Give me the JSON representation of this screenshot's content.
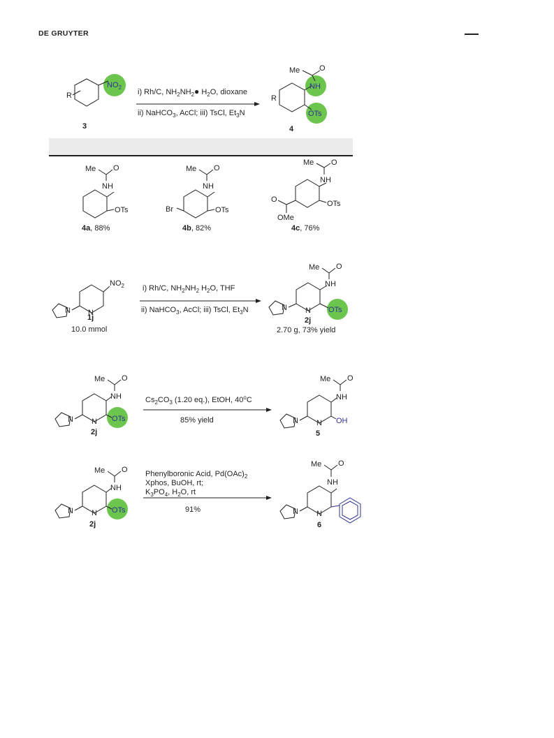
{
  "header": {
    "publisher": "DE GRUYTER"
  },
  "colors": {
    "highlight_green": "#5cbf3a",
    "accent_blue": "#2e3192",
    "band_gray": "#ebebeb"
  },
  "scheme1": {
    "substrate": {
      "number": "3",
      "r": "R",
      "no2": "NO",
      "no2_sub": "2"
    },
    "conditions_top": [
      "i) Rh/C, NH",
      "2",
      "NH",
      "2",
      " H",
      "2",
      "O, dioxane"
    ],
    "conditions_bottom": [
      "ii) NaHCO",
      "3",
      ", AcCl; iii) TsCl, Et",
      "3",
      "N"
    ],
    "product": {
      "number": "4",
      "r": "R",
      "me": "Me",
      "o": "O",
      "nh": "NH",
      "ots": "OTs"
    }
  },
  "examples": [
    {
      "id": "4a",
      "yield": ", 88%",
      "sub": ""
    },
    {
      "id": "4b",
      "yield": ", 82%",
      "sub": "Br"
    },
    {
      "id": "4c",
      "yield": ", 76%",
      "sub": "OMe"
    }
  ],
  "scheme2": {
    "substrate": {
      "number": "1j",
      "amount": "10.0 mmol",
      "no2": "NO",
      "no2_sub": "2",
      "n": "N"
    },
    "conditions_top": [
      "i) Rh/C, NH",
      "2",
      "NH",
      "2",
      "   H",
      "2",
      "O, THF"
    ],
    "conditions_bottom": [
      "ii) NaHCO",
      "3",
      ", AcCl; iii) TsCl, Et",
      "3",
      "N"
    ],
    "product": {
      "number": "2j",
      "result": "2.70 g, 73% yield"
    }
  },
  "scheme3": {
    "substrate": {
      "number": "2j"
    },
    "conditions_top": [
      "Cs",
      "2",
      "CO",
      "3",
      " (1.20 eq.), EtOH, 40",
      "o",
      "C"
    ],
    "conditions_bottom": "85% yield",
    "product": {
      "number": "5",
      "oh": "OH"
    }
  },
  "scheme4": {
    "substrate": {
      "number": "2j"
    },
    "conditions_lines": [
      "Phenylboronic Acid, Pd(OAc)",
      "2",
      "Xphos, BuOH, rt;",
      "K",
      "3",
      "PO",
      "4",
      ", H",
      "2",
      "O, rt"
    ],
    "conditions_bottom": "91%",
    "product": {
      "number": "6"
    }
  },
  "labels": {
    "me": "Me",
    "o": "O",
    "nh": "NH",
    "ots": "OTs",
    "n": "N"
  }
}
